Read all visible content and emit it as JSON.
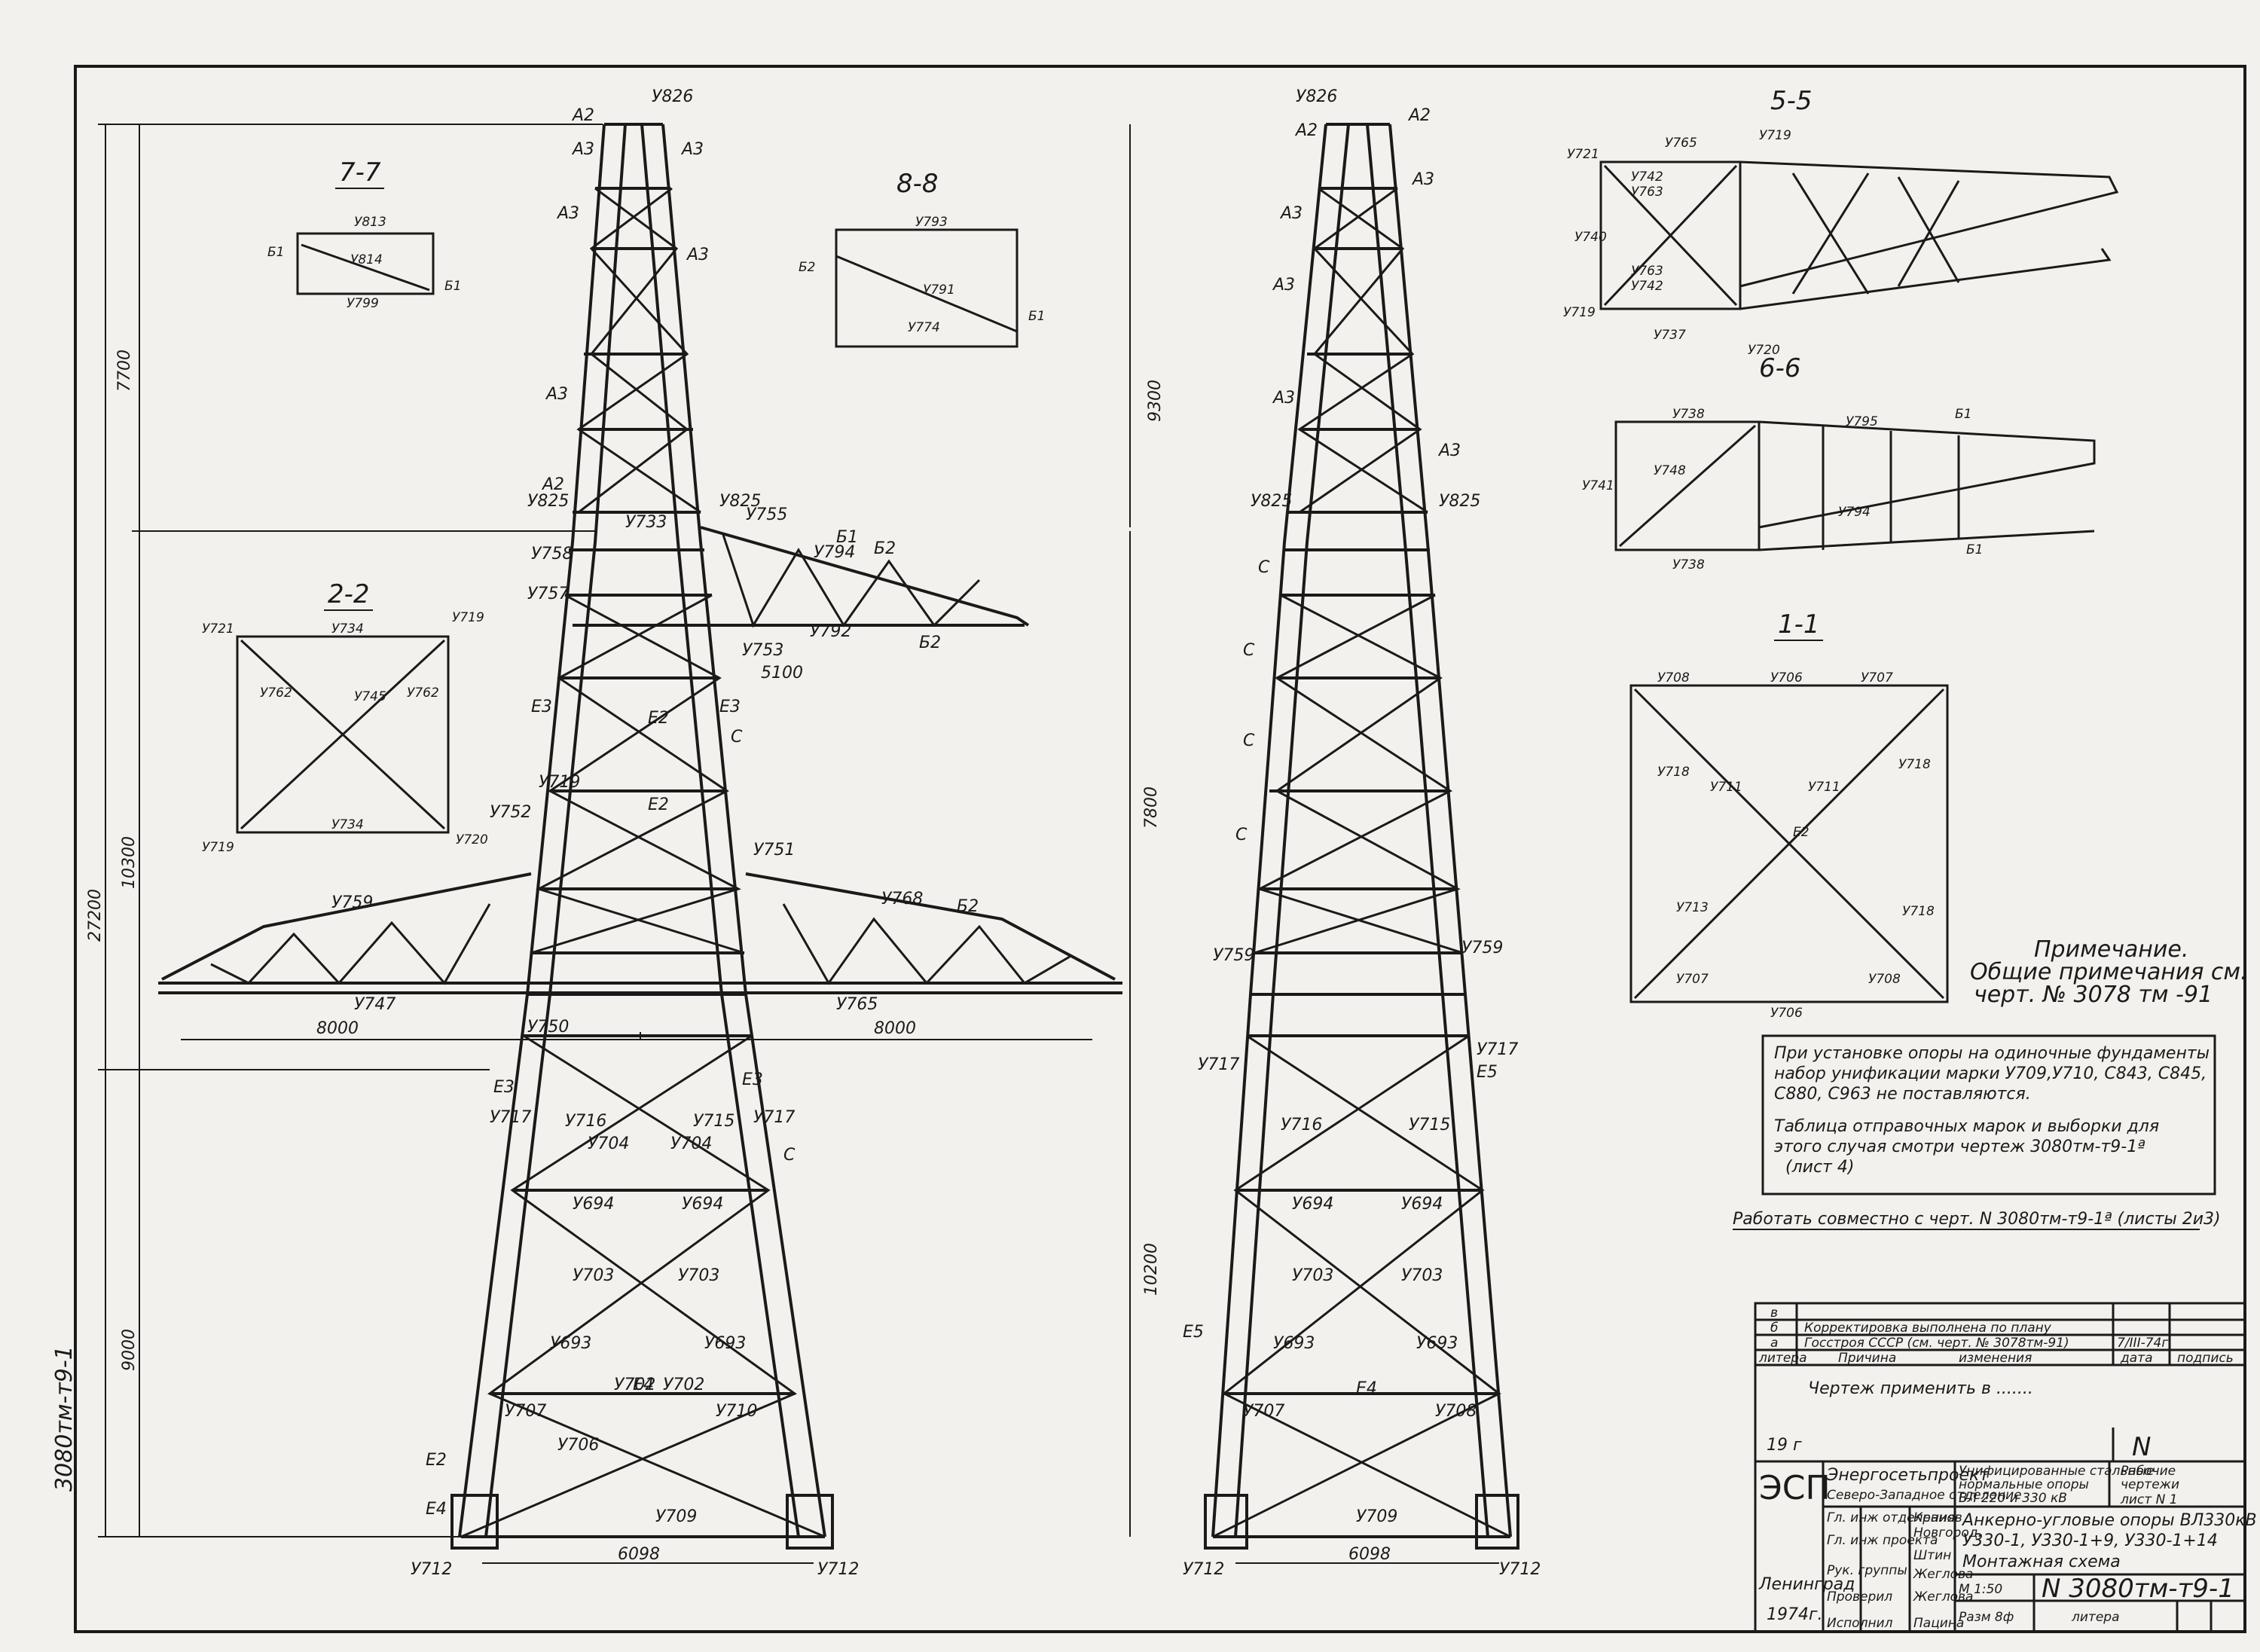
{
  "side_code": "3080тм-т9-1",
  "sections": {
    "s77": "7-7",
    "s88": "8-8",
    "s22": "2-2",
    "s55": "5-5",
    "s66": "6-6",
    "s11": "1-1"
  },
  "dimensions": {
    "top_height": "7700",
    "upper_height": "10300",
    "total_height": "27200",
    "lower_height": "9000",
    "right_top": "9300",
    "right_mid": "7800",
    "right_low": "10200",
    "arm_8000_left": "8000",
    "arm_8000_right": "8000",
    "arm_5100": "5100",
    "base_left": "6098",
    "base_right": "6098"
  },
  "marks": {
    "tower_top": "У826",
    "y813": "У813",
    "y814": "У814",
    "y799": "У799",
    "y793": "У793",
    "y791": "У791",
    "y774": "У774",
    "y721": "У721",
    "y734": "У734",
    "y719": "У719",
    "y745": "У745",
    "y762": "У762",
    "y720": "У720",
    "y825": "У825",
    "y733": "У733",
    "y755": "У755",
    "y758": "У758",
    "y757": "У757",
    "y794": "У794",
    "y792": "У792",
    "y753": "У753",
    "y752": "У752",
    "y751": "У751",
    "y768": "У768",
    "y759": "У759",
    "y747": "У747",
    "y765": "У765",
    "y750": "У750",
    "y717": "У717",
    "y716": "У716",
    "y715": "У715",
    "y704": "У704",
    "y694": "У694",
    "y703": "У703",
    "y693": "У693",
    "y702": "У702",
    "y707": "У707",
    "y710": "У710",
    "y706": "У706",
    "y709": "У709",
    "y712": "У712",
    "y708": "У708",
    "y718": "У718",
    "y711": "У711",
    "y713": "У713",
    "y738": "У738",
    "y795": "У795",
    "y748": "У748",
    "y741": "У741",
    "y740": "У740",
    "y742": "У742",
    "y763": "У763",
    "y737": "У737",
    "A2": "А2",
    "A3": "А3",
    "E2": "Е2",
    "E3": "Е3",
    "E4": "Е4",
    "E5": "Е5",
    "B1": "Б1",
    "B2": "Б2",
    "C": "С"
  },
  "note": {
    "title": "Примечание.",
    "line1": "Общие примечания см.",
    "line2": "черт. № 3078 тм -91"
  },
  "install_note": {
    "line1": "При установке опоры на одиночные фундаменты",
    "line2": "набор унификации марки У709,У710, С843, С845,",
    "line3": "С880, С963  не поставляются.",
    "line4": "Таблица отправочных марок и выборки для",
    "line5": "этого случая смотри чертеж 3080тм-т9-1ª",
    "line6": "(лист 4)"
  },
  "work_together": "Работать совместно с черт. N 3080тм-т9-1ª (листы 2и3)",
  "title_block": {
    "rev_v": "в",
    "rev_b": "б",
    "rev_a": "а",
    "rev_a_text1": "Корректировка выполнена по плану",
    "rev_a_text2": "Госстроя СССР (см. черт. № 3078тм-91)",
    "rev_a_date": "7/III-74г.",
    "hdr_litera": "литера",
    "hdr_reason": "Причина",
    "hdr_change": "изменения",
    "hdr_date": "дата",
    "hdr_sign": "подпись",
    "apply_text": "Чертеж применить в .......",
    "year_19": "19    г",
    "n_mark": "N",
    "logo": "ЭСП",
    "org1": "Энергосетьпроект",
    "org2": "Северо-Западное отделение",
    "proj1": "Унифицированные стальные",
    "proj2": "нормальные опоры",
    "proj3": "ВЛ 220 и 330 кВ",
    "work_dwg1": "Рабочие",
    "work_dwg2": "чертежи",
    "sheet_no": "лист  N 1",
    "title1": "Анкерно-угловые опоры ВЛ330кВ",
    "title2": "У330-1, У330-1+9, У330-1+14",
    "title3": "Монтажная  схема",
    "scale": "М 1:50",
    "dwg_no": "N 3080тм-т9-1",
    "format": "Разм 8ф",
    "litera": "литера",
    "roles": [
      "Гл. инж отделения",
      "Гл. инж проекта",
      "Рук. группы",
      "Проверил",
      "Исполнил"
    ],
    "names": [
      "Кранов",
      "Новгород.",
      "Штин",
      "Жеглова",
      "Жеглова",
      "Пацина"
    ],
    "city": "Ленинград",
    "year": "1974г."
  }
}
